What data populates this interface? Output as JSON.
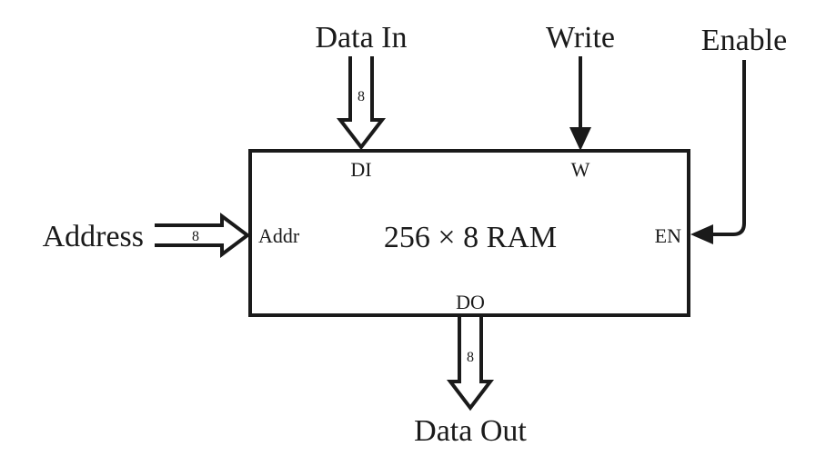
{
  "diagram": {
    "block": {
      "title": "256 × 8 RAM"
    },
    "ports": {
      "data_in": {
        "signal_label": "Data In",
        "pin_label": "DI",
        "bus_width": "8",
        "direction": "input",
        "kind": "bus"
      },
      "write": {
        "signal_label": "Write",
        "pin_label": "W",
        "direction": "input",
        "kind": "single"
      },
      "enable": {
        "signal_label": "Enable",
        "pin_label": "EN",
        "direction": "input",
        "kind": "single"
      },
      "address": {
        "signal_label": "Address",
        "pin_label": "Addr",
        "bus_width": "8",
        "direction": "input",
        "kind": "bus"
      },
      "data_out": {
        "signal_label": "Data Out",
        "pin_label": "DO",
        "bus_width": "8",
        "direction": "output",
        "kind": "bus"
      }
    },
    "colors": {
      "ink": "#1a1a1a",
      "background": "#ffffff"
    }
  }
}
